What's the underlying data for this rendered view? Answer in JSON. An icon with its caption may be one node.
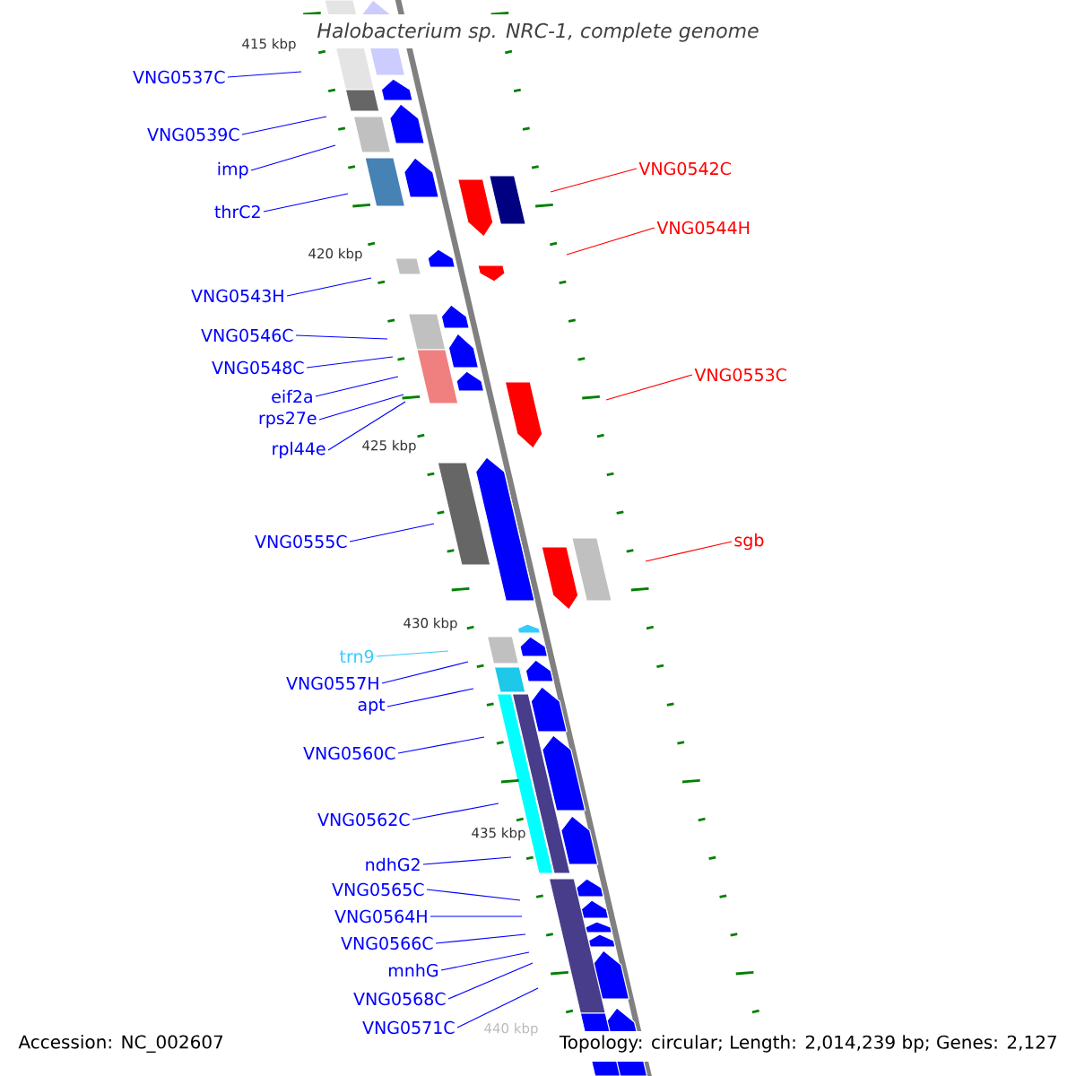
{
  "diagram": {
    "title": "Halobacterium sp. NRC-1, complete genome",
    "nodes": [
      {
        "text": [
          "VNG0537C"
        ]
      },
      {
        "text": [
          "VNG0539C"
        ]
      },
      {
        "text": [
          "imp"
        ]
      },
      {
        "text": [
          "thrC2"
        ]
      },
      {
        "text": [
          "VNG0543H"
        ]
      },
      {
        "text": [
          "VNG0546C"
        ]
      },
      {
        "text": [
          "VNG0548C"
        ]
      },
      {
        "text": [
          "eif2a"
        ]
      },
      {
        "text": [
          "rps27e"
        ]
      },
      {
        "text": [
          "rpl44e"
        ]
      },
      {
        "text": [
          "VNG0555C"
        ]
      },
      {
        "text": [
          "trn9"
        ]
      },
      {
        "text": [
          "VNG0557H"
        ]
      },
      {
        "text": [
          "apt"
        ]
      },
      {
        "text": [
          "VNG0560C"
        ]
      },
      {
        "text": [
          "VNG0562C"
        ]
      },
      {
        "text": [
          "ndhG2"
        ]
      },
      {
        "text": [
          "VNG0565C"
        ]
      },
      {
        "text": [
          "VNG0564H"
        ]
      },
      {
        "text": [
          "VNG0566C"
        ]
      },
      {
        "text": [
          "mnhG"
        ]
      },
      {
        "text": [
          "VNG0568C"
        ]
      },
      {
        "text": [
          "VNG0571C"
        ]
      },
      {
        "text": [
          "VNG0542C"
        ]
      },
      {
        "text": [
          "VNG0544H"
        ]
      },
      {
        "text": [
          "VNG0553C"
        ]
      },
      {
        "text": [
          "sgb"
        ]
      }
    ],
    "edges": [
      {
        "from": 0,
        "to": null,
        "arrow": "none"
      },
      {
        "from": 1,
        "to": null,
        "arrow": "none"
      },
      {
        "from": 2,
        "to": null,
        "arrow": "none"
      },
      {
        "from": 3,
        "to": null,
        "arrow": "none"
      },
      {
        "from": 4,
        "to": null,
        "arrow": "none"
      },
      {
        "from": 5,
        "to": null,
        "arrow": "none"
      },
      {
        "from": 6,
        "to": null,
        "arrow": "none"
      },
      {
        "from": 7,
        "to": null,
        "arrow": "none"
      },
      {
        "from": 8,
        "to": null,
        "arrow": "none"
      },
      {
        "from": 9,
        "to": null,
        "arrow": "none"
      },
      {
        "from": 10,
        "to": null,
        "arrow": "none"
      },
      {
        "from": 11,
        "to": null,
        "arrow": "none",
        "color": "#33ccff"
      },
      {
        "from": 12,
        "to": null,
        "arrow": "none"
      },
      {
        "from": 13,
        "to": null,
        "arrow": "none"
      },
      {
        "from": 14,
        "to": null,
        "arrow": "none"
      },
      {
        "from": 15,
        "to": null,
        "arrow": "none"
      },
      {
        "from": 16,
        "to": null,
        "arrow": "none"
      },
      {
        "from": 17,
        "to": null,
        "arrow": "none"
      },
      {
        "from": 18,
        "to": null,
        "arrow": "none"
      },
      {
        "from": 19,
        "to": null,
        "arrow": "none"
      },
      {
        "from": 20,
        "to": null,
        "arrow": "none"
      },
      {
        "from": 21,
        "to": null,
        "arrow": "none"
      },
      {
        "from": 22,
        "to": null,
        "arrow": "none"
      },
      {
        "from": 23,
        "to": null,
        "arrow": "none",
        "color": "#ff0000"
      },
      {
        "from": 24,
        "to": null,
        "arrow": "none",
        "color": "#ff0000"
      },
      {
        "from": 25,
        "to": null,
        "arrow": "none",
        "color": "#ff0000"
      },
      {
        "from": 26,
        "to": null,
        "arrow": "none",
        "color": "#ff0000"
      }
    ],
    "labels": [
      "415 kbp",
      "420 kbp",
      "425 kbp",
      "430 kbp",
      "435 kbp",
      "440 kbp",
      "Accession: NC_002607",
      "Topology: circular; Length: 2,014,239 bp; Genes: 2,127"
    ]
  }
}
